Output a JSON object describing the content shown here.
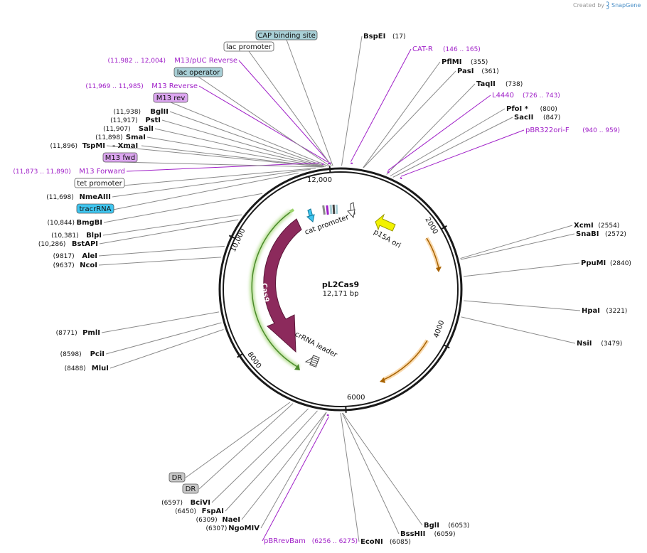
{
  "credit": {
    "prefix": "Created by",
    "brand": "SnapGene"
  },
  "plasmid": {
    "name": "pL2Cas9",
    "size_label": "12,171 bp",
    "total_bp": 12171
  },
  "colors": {
    "backbone": "#1a1a1a",
    "enzyme_line": "#8a8a8a",
    "primer": "#a020c8",
    "cas9": "#8c2a5c",
    "origin": "#f2f200",
    "cds_orange": "#d68910",
    "green_glow": "#9bd36b"
  },
  "ticks": [
    {
      "bp": 2000,
      "label": "2000"
    },
    {
      "bp": 4000,
      "label": "4000"
    },
    {
      "bp": 6000,
      "label": "6000"
    },
    {
      "bp": 8000,
      "label": "8000"
    },
    {
      "bp": 10000,
      "label": "10,000"
    },
    {
      "bp": 12000,
      "label": "12,000"
    }
  ],
  "inner_labels": {
    "cat_promoter": "cat promoter",
    "p15a_ori": "p15A ori",
    "cas9": "Cas9",
    "crrna_leader": "crRNA leader"
  },
  "enzymes": [
    {
      "name": "BspEI",
      "pos": "(17)",
      "bp": 17
    },
    {
      "name": "PflMI",
      "pos": "(355)",
      "bp": 355
    },
    {
      "name": "PasI",
      "pos": "(361)",
      "bp": 361
    },
    {
      "name": "TaqII",
      "pos": "(738)",
      "bp": 738
    },
    {
      "name": "PfoI *",
      "pos": "(800)",
      "bp": 800
    },
    {
      "name": "SacII",
      "pos": "(847)",
      "bp": 847
    },
    {
      "name": "XcmI",
      "pos": "(2554)",
      "bp": 2554
    },
    {
      "name": "SnaBI",
      "pos": "(2572)",
      "bp": 2572
    },
    {
      "name": "PpuMI",
      "pos": "(2840)",
      "bp": 2840
    },
    {
      "name": "HpaI",
      "pos": "(3221)",
      "bp": 3221
    },
    {
      "name": "NsiI",
      "pos": "(3479)",
      "bp": 3479
    },
    {
      "name": "BglI",
      "pos": "(6053)",
      "bp": 6053
    },
    {
      "name": "BssHII",
      "pos": "(6059)",
      "bp": 6059
    },
    {
      "name": "EcoNI",
      "pos": "(6085)",
      "bp": 6085
    },
    {
      "name": "NgoMIV",
      "pos": "(6307)",
      "bp": 6307
    },
    {
      "name": "NaeI",
      "pos": "(6309)",
      "bp": 6309
    },
    {
      "name": "FspAI",
      "pos": "(6450)",
      "bp": 6450
    },
    {
      "name": "BciVI",
      "pos": "(6597)",
      "bp": 6597
    },
    {
      "name": "MluI",
      "pos": "(8488)",
      "bp": 8488
    },
    {
      "name": "PciI",
      "pos": "(8598)",
      "bp": 8598
    },
    {
      "name": "PmlI",
      "pos": "(8771)",
      "bp": 8771
    },
    {
      "name": "NcoI",
      "pos": "(9637)",
      "bp": 9637
    },
    {
      "name": "AleI",
      "pos": "(9817)",
      "bp": 9817
    },
    {
      "name": "BstAPI",
      "pos": "(10,286)",
      "bp": 10286
    },
    {
      "name": "BlpI",
      "pos": "(10,381)",
      "bp": 10381
    },
    {
      "name": "BmgBI",
      "pos": "(10,844)",
      "bp": 10844
    },
    {
      "name": "NmeAIII",
      "pos": "(11,698)",
      "bp": 11698
    },
    {
      "name": "TspMI",
      "pos": "(11,896)",
      "bp": 11896
    },
    {
      "name": "XmaI",
      "pos": "",
      "bp": 11896
    },
    {
      "name": "SmaI",
      "pos": "(11,898)",
      "bp": 11898
    },
    {
      "name": "SalI",
      "pos": "(11,907)",
      "bp": 11907
    },
    {
      "name": "PstI",
      "pos": "(11,917)",
      "bp": 11917
    },
    {
      "name": "BglII",
      "pos": "(11,938)",
      "bp": 11938
    }
  ],
  "primers": [
    {
      "name": "CAT-R",
      "range": "(146 .. 165)",
      "bp": 155
    },
    {
      "name": "L4440",
      "range": "(726 .. 743)",
      "bp": 735
    },
    {
      "name": "pBR322ori-F",
      "range": "(940 .. 959)",
      "bp": 950
    },
    {
      "name": "pBRrevBam",
      "range": "(6256 .. 6275)",
      "bp": 6265
    },
    {
      "name": "M13 Forward",
      "range": "(11,873 .. 11,890)",
      "bp": 11881
    },
    {
      "name": "M13 Reverse",
      "range": "(11,969 .. 11,985)",
      "bp": 11977
    },
    {
      "name": "M13/pUC Reverse",
      "range": "(11,982 .. 12,004)",
      "bp": 11993
    }
  ],
  "features": [
    {
      "name": "CAP binding site",
      "bp": 12050,
      "fill": "#a8cfd6"
    },
    {
      "name": "lac promoter",
      "bp": 12030,
      "fill": "#ffffff"
    },
    {
      "name": "lac operator",
      "bp": 12005,
      "fill": "#a8cfd6"
    },
    {
      "name": "M13 rev",
      "bp": 11980,
      "fill": "#dca6f0"
    },
    {
      "name": "M13 fwd",
      "bp": 11880,
      "fill": "#dca6f0"
    },
    {
      "name": "tet promoter",
      "bp": 11780,
      "fill": "#ffffff"
    },
    {
      "name": "tracrRNA",
      "bp": 11500,
      "fill": "#3fc6f0"
    },
    {
      "name": "DR",
      "bp": 6900,
      "fill": "#c8c8c8"
    },
    {
      "name": "DR",
      "bp": 6850,
      "fill": "#c8c8c8"
    }
  ]
}
